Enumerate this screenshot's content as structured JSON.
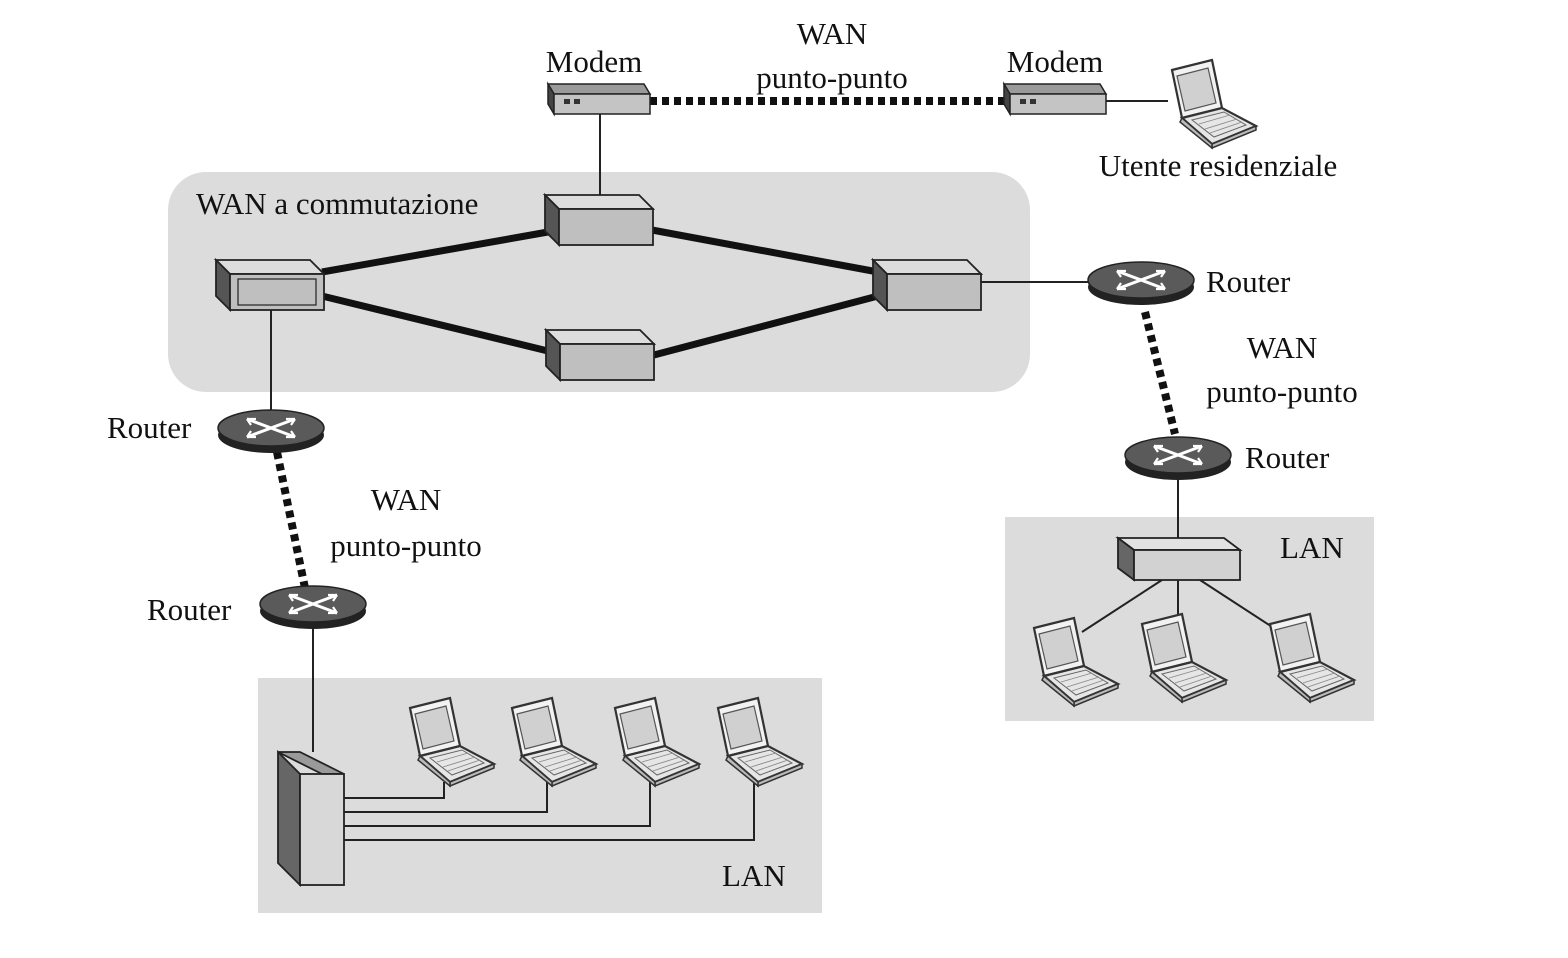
{
  "labels": {
    "modem_left": "Modem",
    "modem_right": "Modem",
    "wan_top_line1": "WAN",
    "wan_top_line2": "punto-punto",
    "residential_user": "Utente residenziale",
    "switched_wan": "WAN a commutazione",
    "router_right_top": "Router",
    "wan_right_line1": "WAN",
    "wan_right_line2": "punto-punto",
    "router_right_bottom": "Router",
    "lan_right": "LAN",
    "router_left_top": "Router",
    "wan_left_line1": "WAN",
    "wan_left_line2": "punto-punto",
    "router_left_bottom": "Router",
    "lan_left": "LAN"
  },
  "colors": {
    "region_fill": "#dcdcdc",
    "device_fill": "#c8c8c8",
    "router_fill": "#555555",
    "link": "#111111"
  },
  "icons": [
    "modem-icon",
    "switch-icon",
    "router-icon",
    "laptop-icon",
    "server-icon"
  ]
}
